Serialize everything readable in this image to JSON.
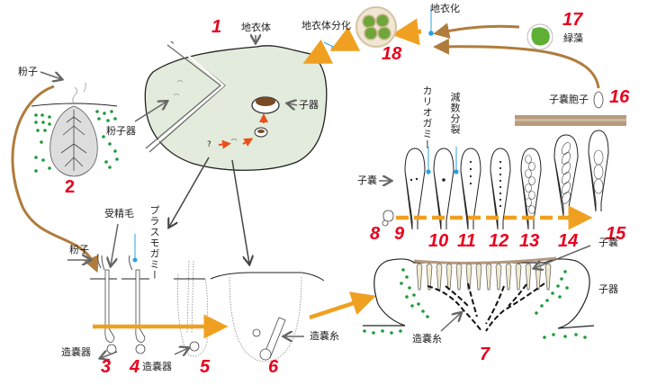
{
  "title": "地衣類（子嚢菌）の生活環",
  "colors": {
    "stage_number": "#e8001c",
    "thallus_fill": "#e3ebdc",
    "progress_arrow": "#f0a020",
    "brown_arrow": "#b07c3c",
    "pointer_arrow": "#666666",
    "event_marker": "#29a3e0",
    "green_dots": "#1f9a3c",
    "algae_green": "#5db034"
  },
  "stages": [
    {
      "number": "1",
      "label": "地衣体"
    },
    {
      "number": "2",
      "label": "粉子器"
    },
    {
      "number": "3",
      "label": "造嚢器"
    },
    {
      "number": "4",
      "label": "造嚢器"
    },
    {
      "number": "5",
      "label": ""
    },
    {
      "number": "6",
      "label": "造嚢糸"
    },
    {
      "number": "7",
      "label": "子器"
    },
    {
      "number": "8",
      "label": ""
    },
    {
      "number": "9",
      "label": "子嚢"
    },
    {
      "number": "10",
      "label": ""
    },
    {
      "number": "11",
      "label": ""
    },
    {
      "number": "12",
      "label": ""
    },
    {
      "number": "13",
      "label": ""
    },
    {
      "number": "14",
      "label": ""
    },
    {
      "number": "15",
      "label": ""
    },
    {
      "number": "16",
      "label": "子嚢胞子"
    },
    {
      "number": "17",
      "label": "緑藻"
    },
    {
      "number": "18",
      "label": "地衣体分化"
    }
  ],
  "labels": {
    "thallus": "地衣体",
    "pycnidium": "粉子器",
    "apothecium_in_thallus": "子器",
    "conidium_top": "粉子",
    "conidium_left": "粉子",
    "trichogyne": "受精毛",
    "plasmogamy": "プラスモガミー",
    "ascogonium_3": "造嚢器",
    "ascogonium_5": "造嚢器",
    "ascogenous_hyphae_6": "造嚢糸",
    "ascus": "子嚢",
    "karyogamy": "カリオガミー",
    "meiosis": "減数分裂",
    "ascospore": "子嚢胞子",
    "green_alga": "緑藻",
    "lichenization": "地衣化",
    "thallus_differentiation": "地衣体分化",
    "ascus_in_apothecium": "子嚢",
    "apothecium": "子器",
    "ascogenous_hyphae_7": "造嚢糸",
    "question_mark": "?"
  }
}
